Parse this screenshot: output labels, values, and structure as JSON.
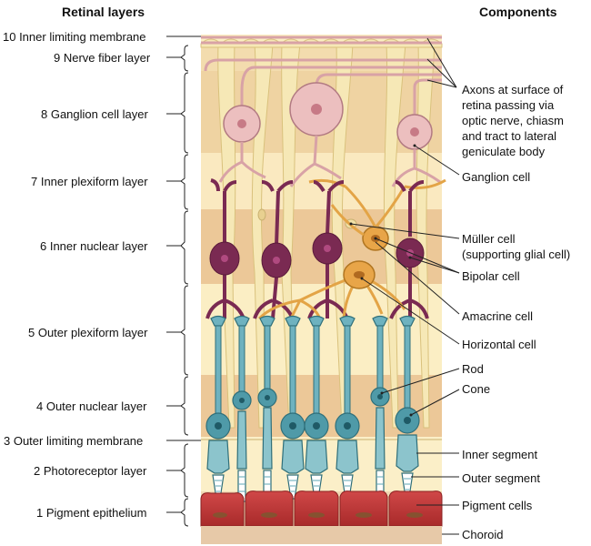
{
  "headers": {
    "left": "Retinal layers",
    "right": "Components"
  },
  "layers": [
    "10 Inner limiting membrane",
    "9 Nerve fiber layer",
    "8 Ganglion cell layer",
    "7 Inner plexiform layer",
    "6 Inner nuclear layer",
    "5 Outer plexiform layer",
    "4 Outer nuclear layer",
    "3 Outer limiting membrane",
    "2 Photoreceptor layer",
    "1 Pigment epithelium"
  ],
  "components": {
    "axons": [
      "Axons at surface of",
      "retina passing via",
      "optic nerve, chiasm",
      "and tract to lateral",
      "geniculate body"
    ],
    "ganglion": "Ganglion cell",
    "muller": [
      "Müller cell",
      "(supporting glial cell)"
    ],
    "bipolar": "Bipolar cell",
    "amacrine": "Amacrine cell",
    "horizontal": "Horizontal cell",
    "rod": "Rod",
    "cone": "Cone",
    "inner_segment": "Inner segment",
    "outer_segment": "Outer segment",
    "pigment_cells": "Pigment cells",
    "choroid": "Choroid"
  },
  "colors": {
    "band_light": "#fbeec2",
    "band_mid": "#f3d9a6",
    "band_dark": "#ebc494",
    "muller": "#f5e6b0",
    "ganglion": "#e9b8b8",
    "bipolar": "#7a2a52",
    "amacrine": "#e0a040",
    "photoreceptor": "#5fa7b5",
    "pigment": "#c03a3a"
  }
}
